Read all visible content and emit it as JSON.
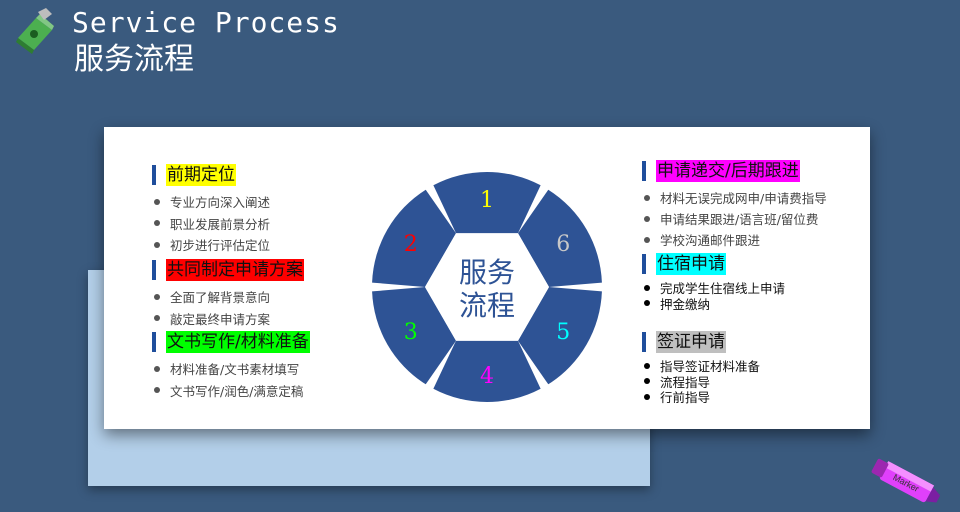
{
  "header": {
    "title_en": "Service Process",
    "title_cn": "服务流程"
  },
  "diagram": {
    "center_label_line1": "服务",
    "center_label_line2": "流程",
    "segments": [
      {
        "label": "1",
        "color": "#ffff00"
      },
      {
        "label": "6",
        "color": "#c8c8c8"
      },
      {
        "label": "5",
        "color": "#00ffff"
      },
      {
        "label": "4",
        "color": "#ff00ff"
      },
      {
        "label": "3",
        "color": "#00ff00"
      },
      {
        "label": "2",
        "color": "#ff0000"
      }
    ],
    "segment_fill": "#2e5395"
  },
  "sections": {
    "s1": {
      "title": "前期定位",
      "highlight": "#ffff00",
      "items": [
        "专业方向深入阐述",
        "职业发展前景分析",
        "初步进行评估定位"
      ]
    },
    "s2": {
      "title": "共同制定申请方案",
      "highlight": "#ff0000",
      "items": [
        "全面了解背景意向",
        "敲定最终申请方案"
      ]
    },
    "s3": {
      "title": "文书写作/材料准备",
      "highlight": "#00ff00",
      "items": [
        "材料准备/文书素材填写",
        "文书写作/润色/满意定稿"
      ]
    },
    "s4": {
      "title": "申请递交/后期跟进",
      "highlight": "#ff00ff",
      "items": [
        "材料无误完成网申/申请费指导",
        "申请结果跟进/语言班/留位费",
        "学校沟通邮件跟进"
      ]
    },
    "s5": {
      "title": "住宿申请",
      "highlight": "#00ffff",
      "items": [
        "完成学生住宿线上申请",
        "押金缴纳"
      ]
    },
    "s6": {
      "title": "签证申请",
      "highlight": "#bfbfbf",
      "items": [
        "指导签证材料准备",
        "流程指导",
        "行前指导"
      ]
    }
  },
  "decor": {
    "marker_text": "Marker",
    "marker_icon": "marker-pen-icon",
    "header_icon": "sharpener-icon"
  },
  "colors": {
    "background": "#3a5a7e",
    "accent_bar": "#1f4e9c",
    "back_card": "#b3cfe9"
  }
}
